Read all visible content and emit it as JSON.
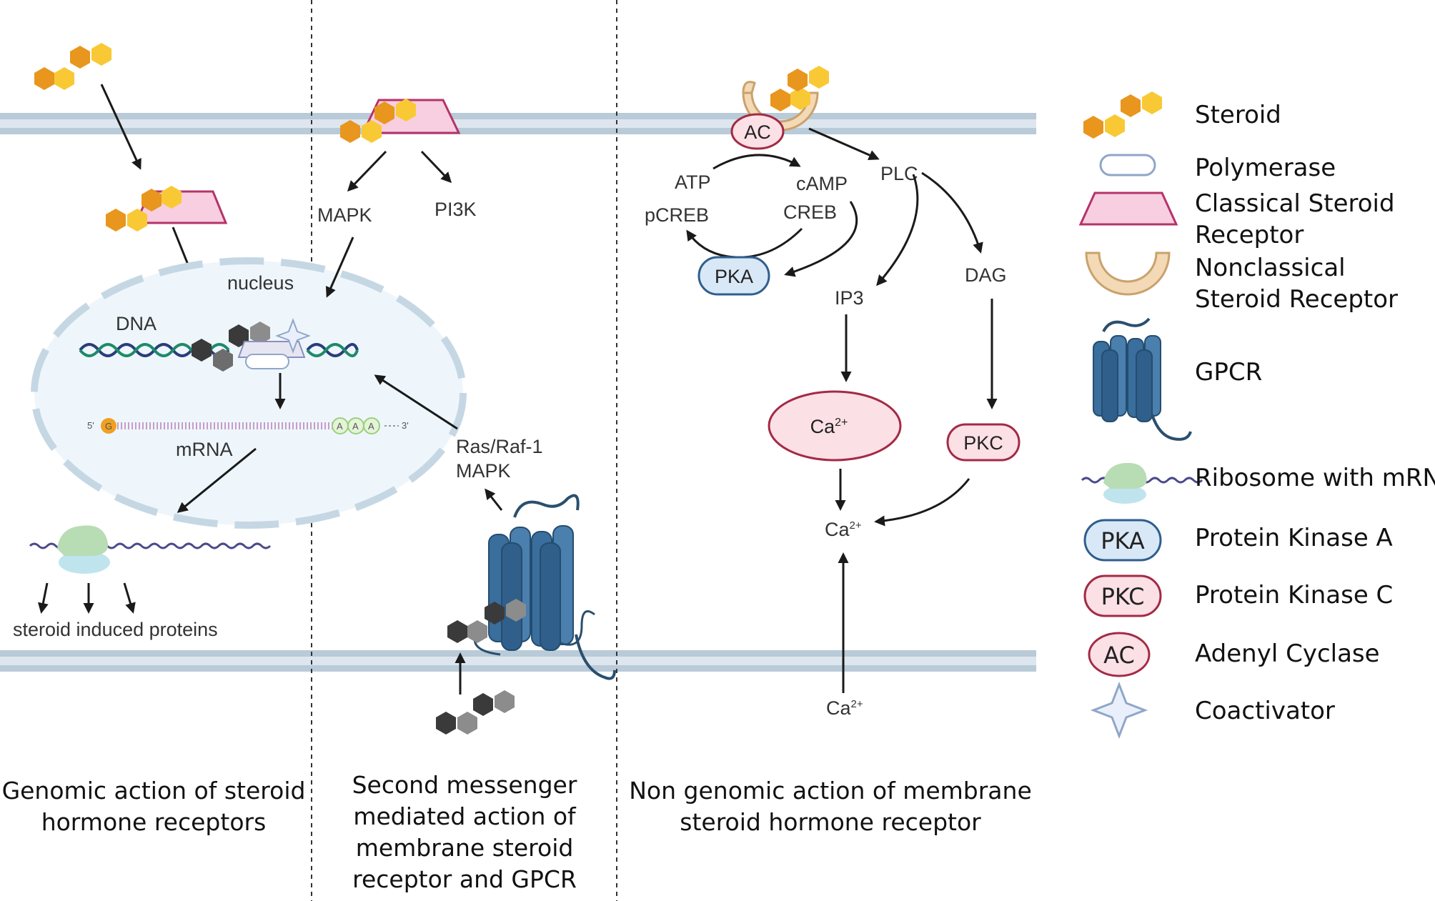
{
  "panels": {
    "genomic": {
      "caption_line1": "Genomic action of steroid",
      "caption_line2": "hormone receptors",
      "nucleus": "nucleus",
      "dna": "DNA",
      "mrna": "mRNA",
      "proteins": "steroid induced proteins",
      "mrna_5": "5'",
      "mrna_g": "G",
      "mrna_a": "A",
      "mrna_3": "3'"
    },
    "second_messenger": {
      "caption_line1": "Second messenger",
      "caption_line2": "mediated action of",
      "caption_line3": "membrane steroid",
      "caption_line4": "receptor and GPCR",
      "mapk": "MAPK",
      "pi3k": "PI3K",
      "rasraf_line1": "Ras/Raf-1",
      "rasraf_line2": "MAPK"
    },
    "nongenomic": {
      "caption_line1": "Non genomic action of membrane",
      "caption_line2": "steroid hormone receptor",
      "ac": "AC",
      "atp": "ATP",
      "camp": "cAMP",
      "pcreb": "pCREB",
      "creb": "CREB",
      "pka": "PKA",
      "plc": "PLC",
      "dag": "DAG",
      "ip3": "IP3",
      "ca": "Ca",
      "ca_sup": "2+",
      "pkc": "PKC"
    }
  },
  "legend": {
    "steroid": "Steroid",
    "polymerase": "Polymerase",
    "classical_line1": "Classical Steroid",
    "classical_line2": "Receptor",
    "nonclassical_line1": "Nonclassical",
    "nonclassical_line2": "Steroid Receptor",
    "gpcr": "GPCR",
    "ribosome": "Ribosome with mRNA",
    "pka_node": "PKA",
    "pka": "Protein Kinase A",
    "pkc_node": "PKC",
    "pkc": "Protein Kinase C",
    "ac_node": "AC",
    "ac": "Adenyl Cyclase",
    "coactivator": "Coactivator"
  },
  "colors": {
    "steroid_dark": "#e8961e",
    "steroid_light": "#f9c935",
    "membrane": "#b9cad8",
    "receptor_fill": "#f7cfe0",
    "receptor_stroke": "#b5336a",
    "gpcr": "#3a6e9c",
    "pka_fill": "#d9e8f6",
    "pka_stroke": "#2f5e8e",
    "pkc_fill": "#fbe0e6",
    "pkc_stroke": "#a32a45",
    "nucleus_fill": "#eef6fc"
  }
}
